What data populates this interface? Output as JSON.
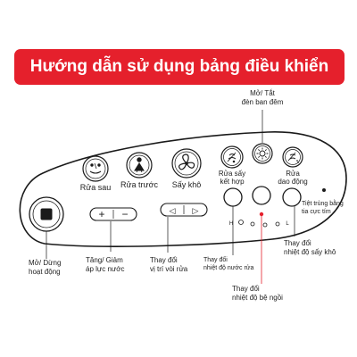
{
  "title": "Hướng dẫn sử dụng bảng điều khiển",
  "colors": {
    "banner": "#e5202c",
    "outline": "#1a1a1a",
    "indicator": "#e5202c"
  },
  "buttons": {
    "rear_wash": {
      "label": "Rửa sau",
      "icon": "rear-wash-icon"
    },
    "front_wash": {
      "label": "Rửa trước",
      "icon": "front-wash-icon"
    },
    "dry": {
      "label": "Sấy khô",
      "icon": "fan-icon"
    },
    "combined_wash": {
      "label_line1": "Rửa sấy",
      "label_line2": "kết hợp",
      "icon": "combined-wash-icon"
    },
    "night_light": {
      "icon": "sun-icon"
    },
    "oscillating_wash": {
      "label_line1": "Rửa",
      "label_line2": "dao động",
      "icon": "oscillate-icon"
    },
    "stop": {
      "icon": "stop-square-icon"
    },
    "pressure": {
      "plus": "+",
      "minus": "−"
    },
    "nozzle": {
      "left": "◁",
      "right": "▷"
    }
  },
  "scale": {
    "high": "H",
    "low": "L"
  },
  "callouts": {
    "night_light_line1": "Mở/ Tắt",
    "night_light_line2": "đèn ban đêm",
    "uv_line1": "Tiệt trùng bằng",
    "uv_line2": "tia cực tím",
    "stop_line1": "Mở/ Dừng",
    "stop_line2": "hoạt động",
    "pressure_line1": "Tăng/ Giảm",
    "pressure_line2": "áp lực nước",
    "nozzle_line1": "Thay đổi",
    "nozzle_line2": "vị trí vòi rửa",
    "water_temp_line1": "Thay đổi",
    "water_temp_line2": "nhiệt độ nước rửa",
    "seat_temp_line1": "Thay đổi",
    "seat_temp_line2": "nhiệt độ bệ ngồi",
    "dryer_temp_line1": "Thay đổi",
    "dryer_temp_line2": "nhiệt độ sấy khô"
  }
}
